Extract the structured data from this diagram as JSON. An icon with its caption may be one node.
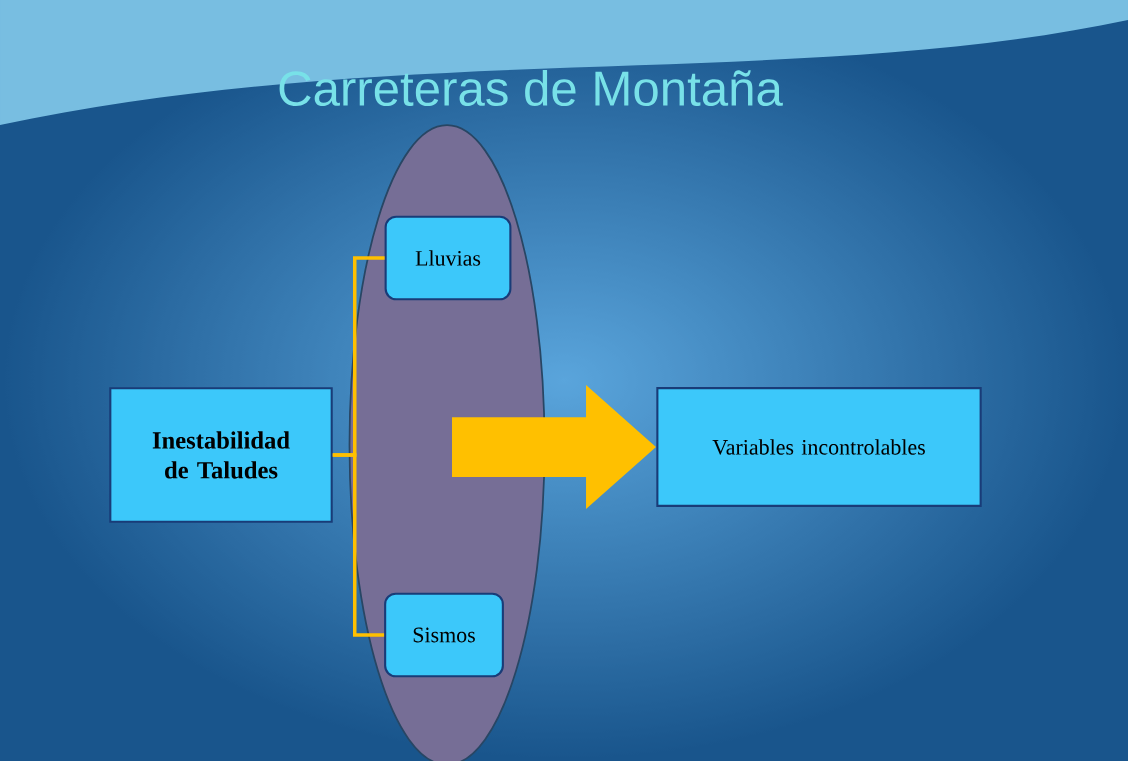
{
  "diagram": {
    "title": "Carreteras de Montaña",
    "nodes": [
      {
        "text": [
          "Inestabilidad de Taludes"
        ]
      },
      {
        "text": [],
        "shape": "ellipse"
      },
      {
        "text": [
          "Lluvias"
        ],
        "in": 1
      },
      {
        "text": [
          "Sismos"
        ],
        "in": 1
      },
      {
        "text": [
          "Variables incontrolables"
        ]
      }
    ],
    "edges": [
      {
        "from": 0,
        "to": 2,
        "arrow": "none"
      },
      {
        "from": 0,
        "to": 3,
        "arrow": "none"
      },
      {
        "from": null,
        "to": 4,
        "arrow": "to",
        "style": "thick"
      }
    ]
  }
}
